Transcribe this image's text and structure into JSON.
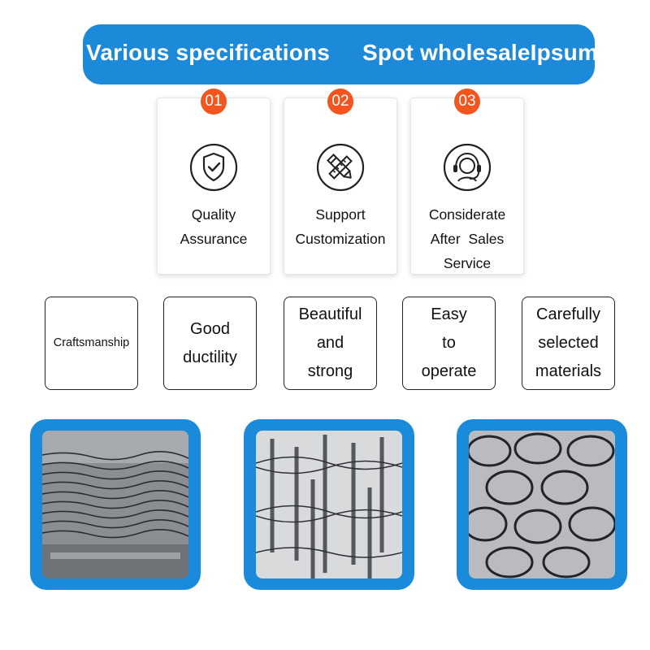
{
  "banner": {
    "left_text": "Various specifications",
    "right_text": "Spot wholesaleIpsum"
  },
  "cards": [
    {
      "number": "01",
      "icon": "shield-check-icon",
      "lines": [
        "Quality",
        "Assurance"
      ]
    },
    {
      "number": "02",
      "icon": "pencil-ruler-icon",
      "lines": [
        "Support",
        "Customization"
      ]
    },
    {
      "number": "03",
      "icon": "headset-support-icon",
      "lines": [
        "Considerate",
        "After  Sales",
        "Service"
      ]
    }
  ],
  "features": [
    {
      "lines": [
        "Craftsmanship"
      ]
    },
    {
      "lines": [
        "Good",
        "ductility"
      ]
    },
    {
      "lines": [
        "Beautiful",
        "and",
        "strong"
      ]
    },
    {
      "lines": [
        "Easy",
        "to",
        "operate"
      ]
    },
    {
      "lines": [
        "Carefully",
        "selected",
        "materials"
      ]
    }
  ],
  "photos": [
    {
      "subject": "stacked-wire-springs-photo"
    },
    {
      "subject": "spring-assembly-pins-photo"
    },
    {
      "subject": "pocket-coil-springs-photo"
    }
  ],
  "colors": {
    "accent_blue": "#1c8ad9",
    "badge_orange": "#f2551d"
  }
}
